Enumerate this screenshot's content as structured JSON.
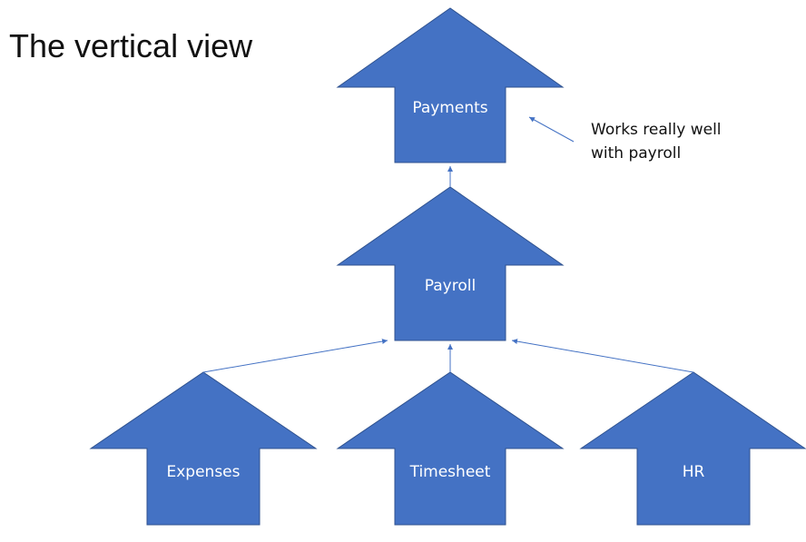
{
  "title": "The vertical view",
  "annotation": {
    "lines": [
      "Works really well",
      "with payroll"
    ]
  },
  "nodes": {
    "payments": {
      "label": "Payments"
    },
    "payroll": {
      "label": "Payroll"
    },
    "expenses": {
      "label": "Expenses"
    },
    "timesheet": {
      "label": "Timesheet"
    },
    "hr": {
      "label": "HR"
    }
  },
  "colors": {
    "arrow_fill": "#4472C4",
    "arrow_stroke": "#2F528F",
    "connector": "#4472C4",
    "label_text": "#FFFFFF",
    "title_text": "#111111"
  }
}
